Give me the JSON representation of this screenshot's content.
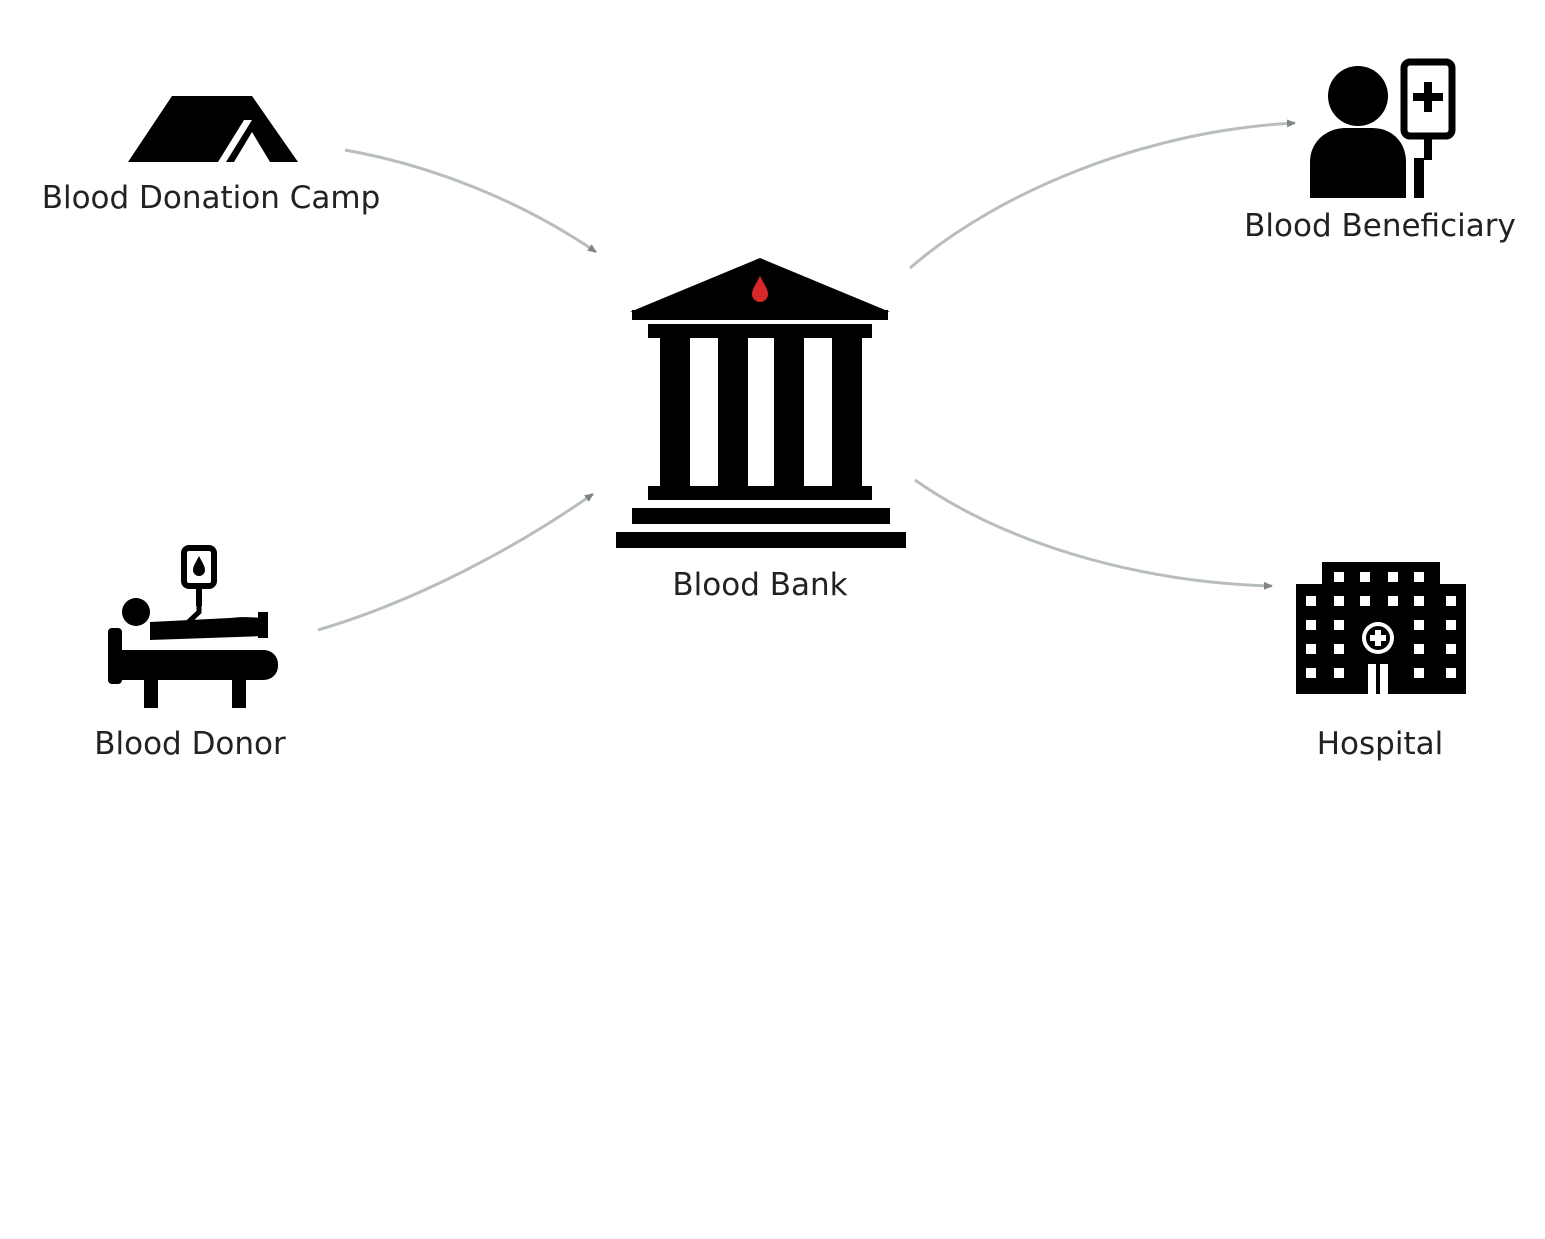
{
  "diagram": {
    "nodes": {
      "camp": {
        "label": "Blood Donation Camp",
        "icon": "tent-icon"
      },
      "bank": {
        "label": "Blood Bank",
        "icon": "bank-building-icon"
      },
      "beneficiary": {
        "label": "Blood Beneficiary",
        "icon": "patient-iv-icon"
      },
      "donor": {
        "label": "Blood Donor",
        "icon": "donor-bed-icon"
      },
      "hospital": {
        "label": "Hospital",
        "icon": "hospital-building-icon"
      }
    },
    "edges": [
      {
        "from": "camp",
        "to": "bank"
      },
      {
        "from": "donor",
        "to": "bank"
      },
      {
        "from": "bank",
        "to": "beneficiary"
      },
      {
        "from": "bank",
        "to": "hospital"
      }
    ],
    "colors": {
      "icon": "#000000",
      "accent": "#d9262b",
      "arrow": "#b8bfb8",
      "text": "#222222"
    }
  }
}
